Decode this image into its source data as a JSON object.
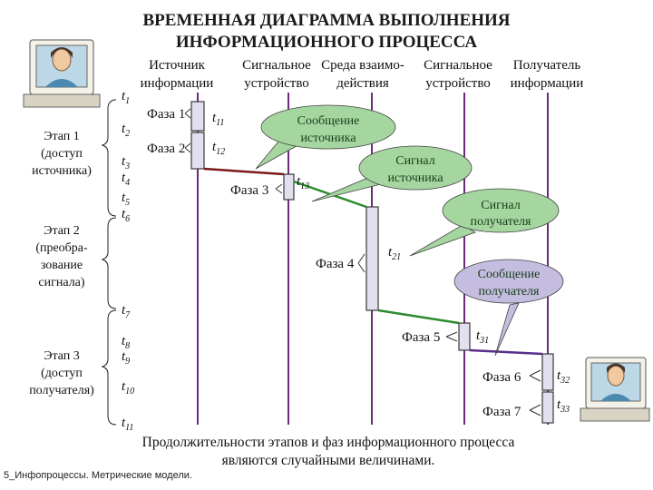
{
  "title_line1": "ВРЕМЕННАЯ ДИАГРАММА ВЫПОЛНЕНИЯ",
  "title_line2": "ИНФОРМАЦИОННОГО ПРОЦЕССА",
  "columns": [
    {
      "line1": "Источник",
      "line2": "информации"
    },
    {
      "line1": "Сигнальное",
      "line2": "устройство"
    },
    {
      "line1": "Среда взаимо-",
      "line2": "действия"
    },
    {
      "line1": "Сигнальное",
      "line2": "устройство"
    },
    {
      "line1": "Получатель",
      "line2": "информации"
    }
  ],
  "stages": [
    {
      "lines": [
        "Этап 1",
        "(доступ",
        "источника)"
      ]
    },
    {
      "lines": [
        "Этап 2",
        "(преобра-",
        "зование",
        "сигнала)"
      ]
    },
    {
      "lines": [
        "Этап 3",
        "(доступ",
        "получателя)"
      ]
    }
  ],
  "times": [
    {
      "base": "t",
      "sub": "1"
    },
    {
      "base": "t",
      "sub": "2"
    },
    {
      "base": "t",
      "sub": "3"
    },
    {
      "base": "t",
      "sub": "4"
    },
    {
      "base": "t",
      "sub": "5"
    },
    {
      "base": "t",
      "sub": "6"
    },
    {
      "base": "t",
      "sub": "7"
    },
    {
      "base": "t",
      "sub": "8"
    },
    {
      "base": "t",
      "sub": "9"
    },
    {
      "base": "t",
      "sub": "10"
    },
    {
      "base": "t",
      "sub": "11"
    }
  ],
  "phases": [
    "Фаза 1",
    "Фаза 2",
    "Фаза 3",
    "Фаза 4",
    "Фаза 5",
    "Фаза 6",
    "Фаза 7"
  ],
  "phase_times": [
    {
      "base": "t",
      "sub": "11"
    },
    {
      "base": "t",
      "sub": "12"
    },
    {
      "base": "t",
      "sub": "13"
    },
    {
      "base": "t",
      "sub": "21"
    },
    {
      "base": "t",
      "sub": "31"
    },
    {
      "base": "t",
      "sub": "32"
    },
    {
      "base": "t",
      "sub": "33"
    }
  ],
  "bubbles": [
    {
      "line1": "Сообщение",
      "line2": "источника"
    },
    {
      "line1": "Сигнал",
      "line2": "источника"
    },
    {
      "line1": "Сигнал",
      "line2": "получателя"
    },
    {
      "line1": "Сообщение",
      "line2": "получателя"
    }
  ],
  "footer_line1": "Продолжительности этапов и фаз информационного процесса",
  "footer_line2": "являются случайными величинами.",
  "caption": "5_Инфопроцессы. Метрические модели.",
  "colors": {
    "lifeline": "#6a2c7a",
    "bar_fill": "#e2e0ee",
    "bar_stroke": "#3a3a3a",
    "arrow_1": "#7a1a1a",
    "arrow_2": "#2e8b2e",
    "arrow_3": "#5a2d8a",
    "bubble_fill": "#a6d6a0",
    "bubble_fill_4": "#c5bde0"
  }
}
